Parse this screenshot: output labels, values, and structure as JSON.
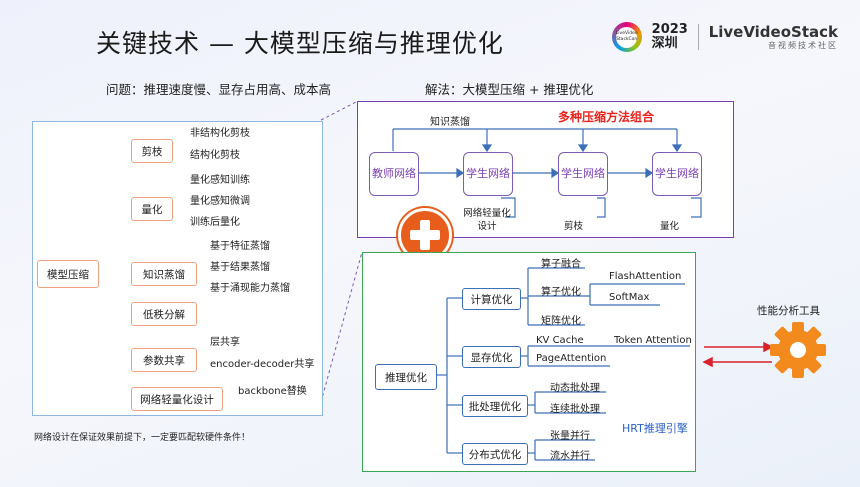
{
  "header": {
    "title": "关键技术 — 大模型压缩与推理优化",
    "brand_badge": "2023 深圳",
    "brand_name": "LiveVideoStack",
    "brand_tagline": "音视频技术社区",
    "logo_text": "LiveVideo StackCon"
  },
  "problem": "问题：推理速度慢、显存占用高、成本高",
  "solution": "解法：大模型压缩 + 推理优化",
  "compress": {
    "root": "模型压缩",
    "groups": [
      {
        "label": "剪枝",
        "leaves": [
          "非结构化剪枝",
          "结构化剪枝"
        ]
      },
      {
        "label": "量化",
        "leaves": [
          "量化感知训练",
          "量化感知微调",
          "训练后量化"
        ]
      },
      {
        "label": "知识蒸馏",
        "leaves": [
          "基于特征蒸馏",
          "基于结果蒸馏",
          "基于涌现能力蒸馏"
        ]
      },
      {
        "label": "低秩分解",
        "leaves": []
      },
      {
        "label": "参数共享",
        "leaves": [
          "层共享",
          "encoder-decoder共享"
        ]
      },
      {
        "label": "网络轻量化设计",
        "leaves": [
          "backbone替换"
        ]
      }
    ],
    "footnote": "网络设计在保证效果前提下，一定要匹配软硬件条件！"
  },
  "combo": {
    "title": "多种压缩方法组合",
    "distill_label": "知识蒸馏",
    "teacher": "教师网络",
    "students": [
      "学生网络",
      "学生网络",
      "学生网络"
    ],
    "captions": [
      "网络轻量化设计",
      "剪枝",
      "量化"
    ]
  },
  "infer": {
    "root": "推理优化",
    "groups": [
      {
        "label": "计算优化",
        "leaves": [
          "算子融合",
          "算子优化",
          "矩阵优化"
        ],
        "sub": [
          "FlashAttention",
          "SoftMax"
        ]
      },
      {
        "label": "显存优化",
        "leaves": [
          "KV Cache",
          "Token Attention",
          "PageAttention"
        ]
      },
      {
        "label": "批处理优化",
        "leaves": [
          "动态批处理",
          "连续批处理"
        ]
      },
      {
        "label": "分布式优化",
        "leaves": [
          "张量并行",
          "流水并行"
        ]
      }
    ],
    "engine": "HRT推理引擎"
  },
  "tool": {
    "label": "性能分析工具"
  },
  "colors": {
    "accent": "#e8501c",
    "purple": "#7a3fb2",
    "green": "#3aa655",
    "blue_frame": "#8fb8e0",
    "orange_line": "#f0a080"
  }
}
